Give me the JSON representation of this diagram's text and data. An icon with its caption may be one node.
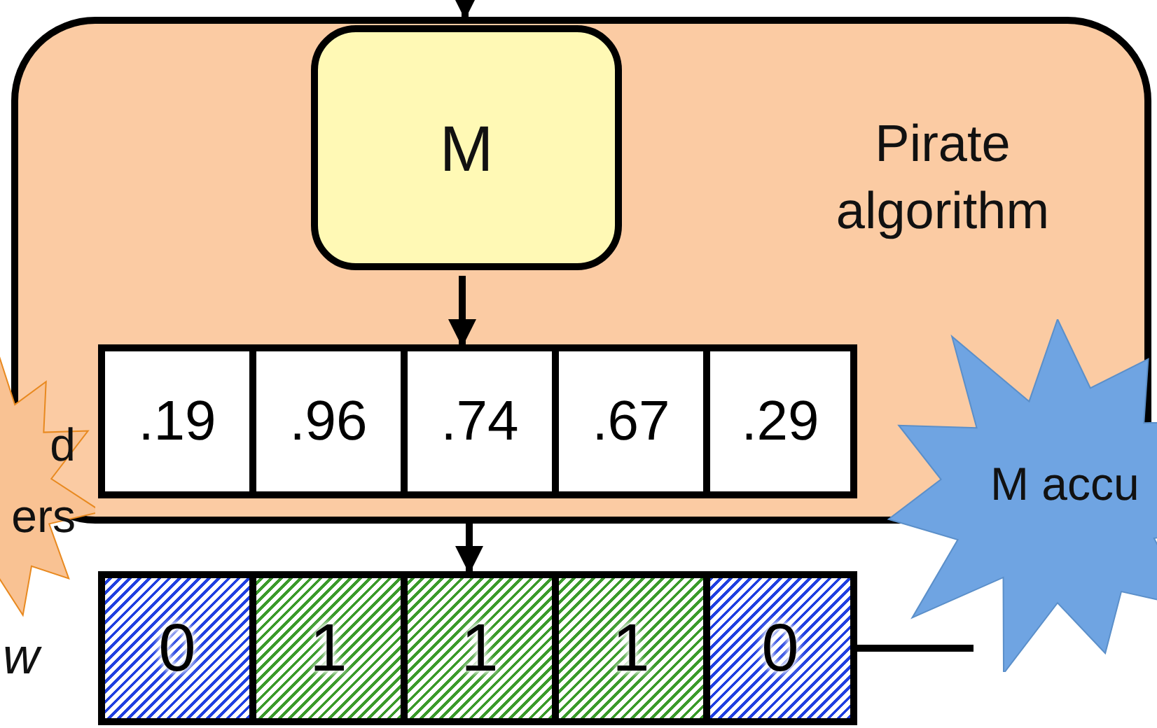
{
  "diagram": {
    "nodes": [
      {
        "text": [
          "Pirate algorithm"
        ]
      },
      {
        "text": [
          "M"
        ],
        "in": 0
      },
      {
        "text": [
          ".19"
        ],
        "in": 0
      },
      {
        "text": [
          ".96"
        ],
        "in": 0
      },
      {
        "text": [
          ".74"
        ],
        "in": 0
      },
      {
        "text": [
          ".67"
        ],
        "in": 0
      },
      {
        "text": [
          ".29"
        ],
        "in": 0
      },
      {
        "text": [
          "0"
        ]
      },
      {
        "text": [
          "1"
        ]
      },
      {
        "text": [
          "1"
        ]
      },
      {
        "text": [
          "1"
        ]
      },
      {
        "text": [
          "0"
        ]
      },
      {
        "text": [
          "d ers"
        ]
      },
      {
        "text": [
          "M accu"
        ]
      }
    ],
    "edges": [
      {
        "from": null,
        "to": 0,
        "arrow": "to"
      },
      {
        "from": 1,
        "to": 4,
        "arrow": "to"
      },
      {
        "from": 4,
        "to": 9,
        "arrow": "to"
      },
      {
        "from": 11,
        "to": 13,
        "arrow": "none"
      }
    ],
    "labels": [
      "w"
    ]
  }
}
